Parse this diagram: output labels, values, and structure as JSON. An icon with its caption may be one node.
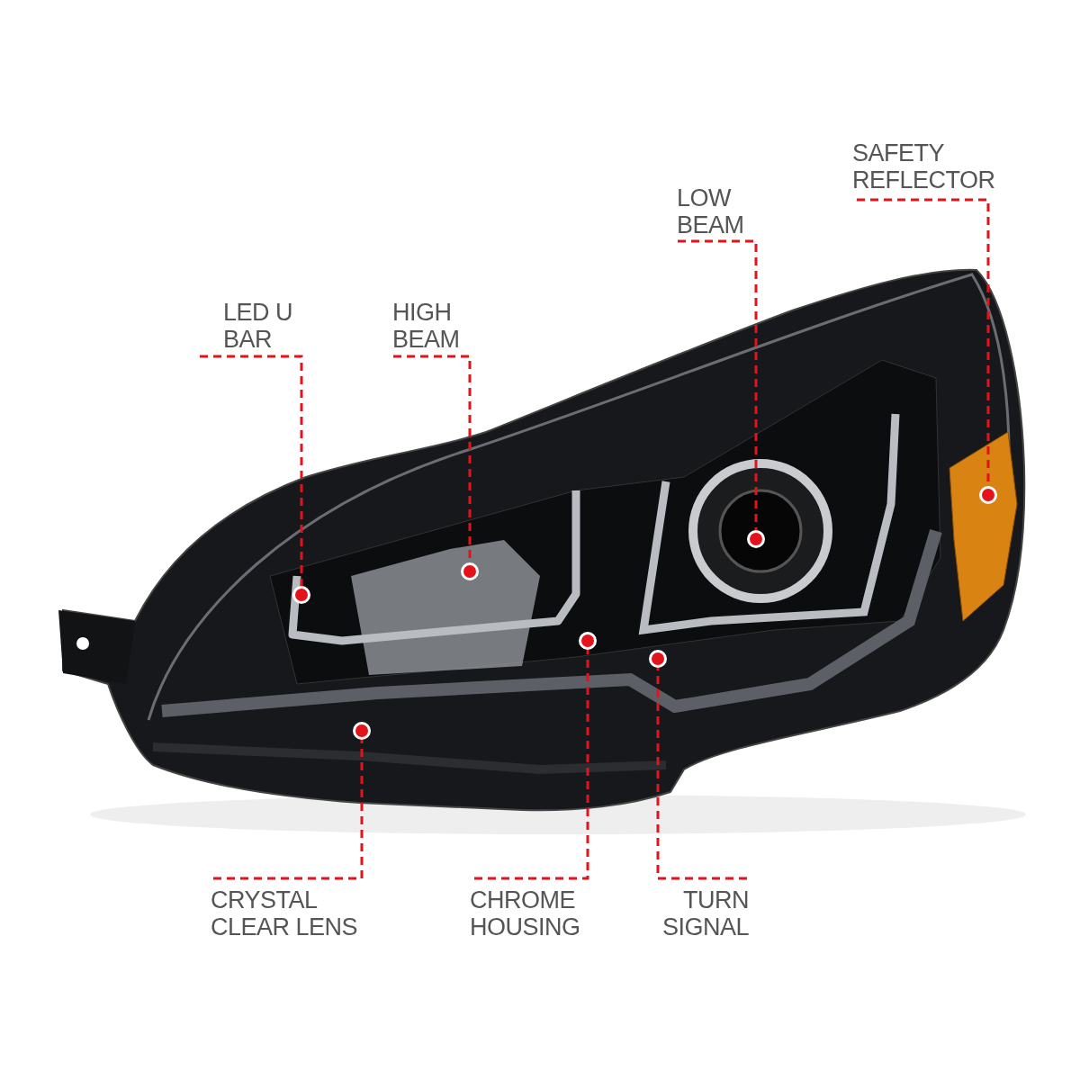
{
  "diagram": {
    "nodes": [
      {
        "text": [
          "LED U BAR"
        ]
      },
      {
        "text": [
          "HIGH BEAM"
        ]
      },
      {
        "text": [
          "LOW BEAM"
        ]
      },
      {
        "text": [
          "SAFETY REFLECTOR"
        ]
      },
      {
        "text": [
          "CRYSTAL CLEAR LENS"
        ]
      },
      {
        "text": [
          "CHROME HOUSING"
        ]
      },
      {
        "text": [
          "TURN SIGNAL"
        ]
      },
      {
        "text": [],
        "shape": "circle"
      },
      {
        "text": [],
        "shape": "circle"
      },
      {
        "text": [],
        "shape": "circle"
      },
      {
        "text": [],
        "shape": "circle"
      },
      {
        "text": [],
        "shape": "circle"
      },
      {
        "text": [],
        "shape": "circle"
      },
      {
        "text": [],
        "shape": "circle"
      }
    ],
    "edges": [
      {
        "from": 0,
        "to": 7,
        "arrow": "none",
        "style": "dashed"
      },
      {
        "from": 1,
        "to": 8,
        "arrow": "none",
        "style": "dashed"
      },
      {
        "from": 2,
        "to": 9,
        "arrow": "none",
        "style": "dashed"
      },
      {
        "from": 3,
        "to": 10,
        "arrow": "none",
        "style": "dashed"
      },
      {
        "from": 4,
        "to": 11,
        "arrow": "none",
        "style": "dashed"
      },
      {
        "from": 5,
        "to": 12,
        "arrow": "none",
        "style": "dashed"
      },
      {
        "from": 6,
        "to": 13,
        "arrow": "none",
        "style": "dashed"
      }
    ]
  }
}
